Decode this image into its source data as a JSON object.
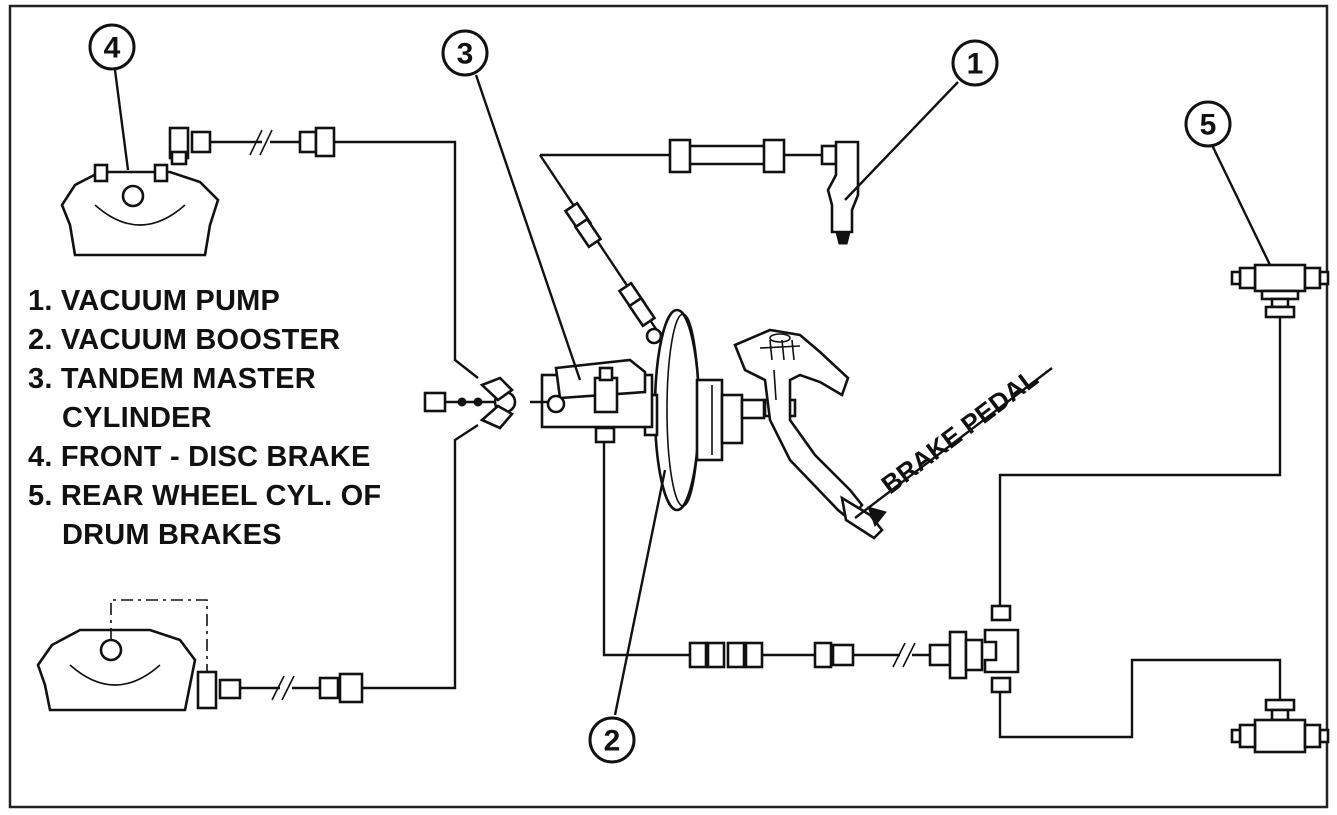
{
  "legend": {
    "item1": "1. VACUUM PUMP",
    "item2": "2. VACUUM BOOSTER",
    "item3a": "3. TANDEM MASTER",
    "item3b": "CYLINDER",
    "item4": "4. FRONT - DISC BRAKE",
    "item5a": "5. REAR WHEEL CYL. OF",
    "item5b": "DRUM BRAKES"
  },
  "callouts": {
    "c1": "1",
    "c2": "2",
    "c3": "3",
    "c4": "4",
    "c5": "5"
  },
  "pedal_label": "BRAKE PEDAL"
}
